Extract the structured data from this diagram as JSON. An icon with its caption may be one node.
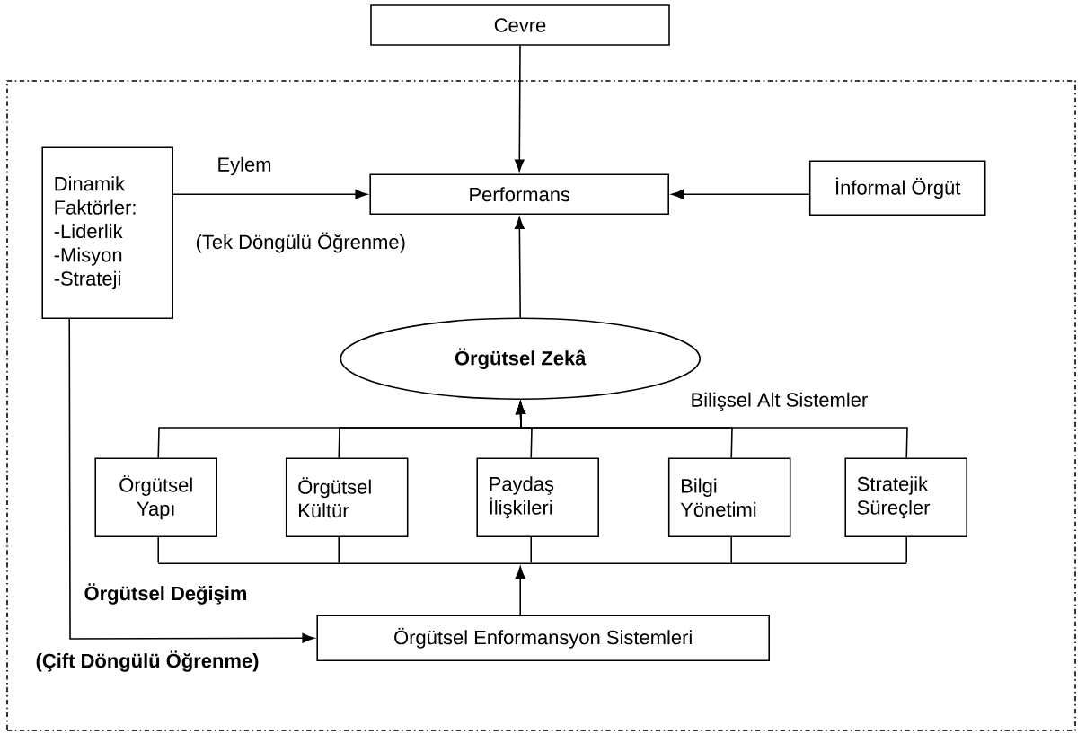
{
  "diagram": {
    "nodes": [
      {
        "text": [
          "Cevre"
        ]
      },
      {
        "text": [],
        "shape": "box"
      },
      {
        "text": [
          "Dinamik Faktörler: -Liderlik -Misyon -Strateji"
        ],
        "in": 1
      },
      {
        "text": [
          "Performans"
        ],
        "in": 1
      },
      {
        "text": [
          "İnformal Örgüt"
        ],
        "in": 1
      },
      {
        "text": [
          "Örgütsel Zekâ"
        ],
        "in": 1
      },
      {
        "text": [
          "Örgütsel Yapı"
        ],
        "in": 1
      },
      {
        "text": [
          "Örgütsel Kültür"
        ],
        "in": 1
      },
      {
        "text": [
          "Paydaş İlişkileri"
        ],
        "in": 1
      },
      {
        "text": [
          "Bilgi Yönetimi"
        ],
        "in": 1
      },
      {
        "text": [
          "Stratejik Süreçler"
        ],
        "in": 1
      },
      {
        "text": [
          "Örgütsel Enformansyon Sistemleri"
        ],
        "in": 1
      },
      {
        "text": [],
        "shape": "bar",
        "in": 1
      }
    ],
    "edges": [
      {
        "from": 0,
        "to": 3,
        "arrow": "to"
      },
      {
        "from": 2,
        "to": 3,
        "arrow": "to",
        "label": "Eylem"
      },
      {
        "from": 4,
        "to": 3,
        "arrow": "to"
      },
      {
        "from": 5,
        "to": 3,
        "arrow": "to"
      },
      {
        "from": 6,
        "to": 5,
        "arrow": "to"
      },
      {
        "from": 7,
        "to": 5,
        "arrow": "to"
      },
      {
        "from": 8,
        "to": 5,
        "arrow": "to"
      },
      {
        "from": 9,
        "to": 5,
        "arrow": "to"
      },
      {
        "from": 10,
        "to": 5,
        "arrow": "to"
      },
      {
        "from": 11,
        "to": 12,
        "arrow": "to"
      },
      {
        "from": 12,
        "to": 6,
        "arrow": "none"
      },
      {
        "from": 12,
        "to": 7,
        "arrow": "none"
      },
      {
        "from": 12,
        "to": 8,
        "arrow": "none"
      },
      {
        "from": 12,
        "to": 9,
        "arrow": "none"
      },
      {
        "from": 12,
        "to": 10,
        "arrow": "none"
      },
      {
        "from": 2,
        "to": 11,
        "arrow": "to",
        "label": "Örgütsel Değişim"
      }
    ],
    "labels": [
      "(Tek Döngülü Öğrenme)",
      "Bilişsel Alt Sistemler",
      "(Çift Döngülü Öğrenme)"
    ]
  }
}
